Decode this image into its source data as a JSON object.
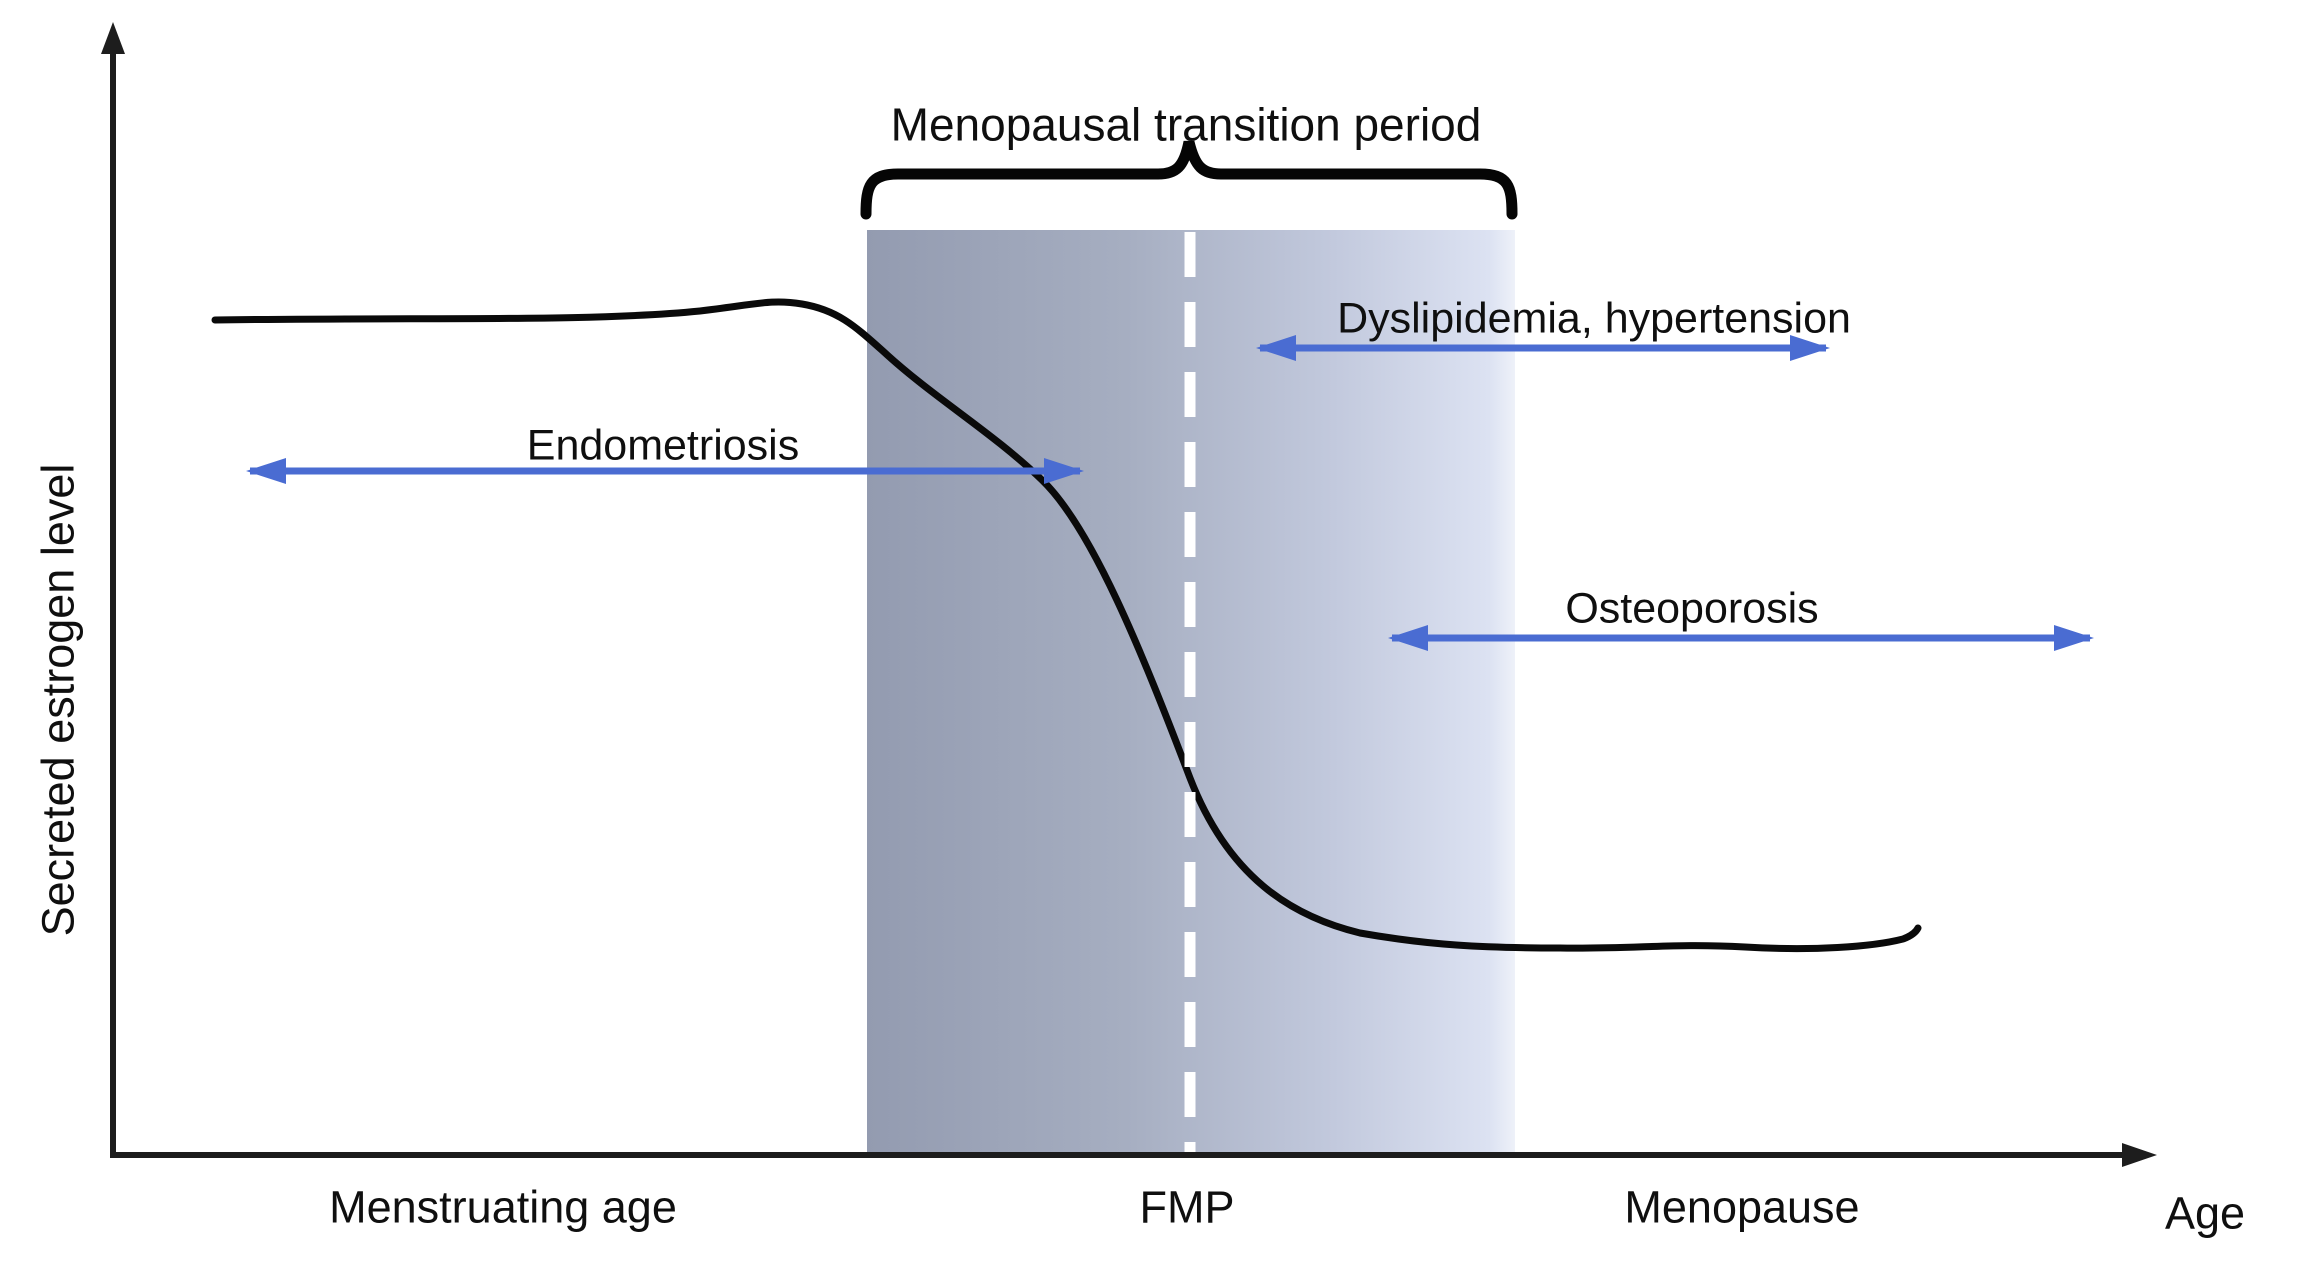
{
  "figure": {
    "title": "Menopausal transition period",
    "y_axis": {
      "label": "Secreted estrogen level"
    },
    "x_axis": {
      "label": "Age",
      "ticks": {
        "menstruating": "Menstruating age",
        "fmp": "FMP",
        "menopause": "Menopause"
      }
    },
    "annotations": {
      "endometriosis": "Endometriosis",
      "dyslipidemia": "Dyslipidemia, hypertension",
      "osteoporosis": "Osteoporosis"
    },
    "colors": {
      "arrow_blue": "#4a6cd2",
      "curve_black": "#0a0a0a",
      "axis_black": "#1d1d1d",
      "brace_black": "#050505",
      "band_gradient_stops": [
        "#939bb0",
        "#a6aec1",
        "#c2c9dd",
        "#dce2f2",
        "#eef1f9"
      ],
      "dashed_line": "#ffffff",
      "background": "#ffffff"
    }
  },
  "chart_data": {
    "type": "line",
    "title": "Menopausal transition period",
    "xlabel": "Age",
    "ylabel": "Secreted estrogen level",
    "x_axis_type": "qualitative",
    "y_axis_type": "qualitative",
    "grid": false,
    "legend": false,
    "x_tick_labels": [
      {
        "label": "Menstruating age",
        "x_rel": 0.19
      },
      {
        "label": "FMP",
        "x_rel": 0.525
      },
      {
        "label": "Menopause",
        "x_rel": 0.8
      }
    ],
    "series": [
      {
        "name": "Secreted estrogen level",
        "description": "High flat estrogen level during menstruating age, small pre-transition bump, steep decline across the menopausal transition period crossing FMP, then low flat level after menopause",
        "x_rel": [
          0.05,
          0.19,
          0.287,
          0.337,
          0.369,
          0.43,
          0.455,
          0.49,
          0.527,
          0.56,
          0.61,
          0.66,
          0.71,
          0.785,
          0.85,
          0.883
        ],
        "y_rel": [
          0.744,
          0.745,
          0.749,
          0.758,
          0.728,
          0.64,
          0.602,
          0.505,
          0.336,
          0.255,
          0.193,
          0.184,
          0.184,
          0.185,
          0.188,
          0.202
        ]
      }
    ],
    "regions": [
      {
        "label": "Menopausal transition period",
        "x_rel_start": 0.369,
        "x_rel_end": 0.686,
        "style": "vertical band, horizontal gradient from gray-blue to light blue, marked above by a curly brace"
      }
    ],
    "markers": [
      {
        "label": "FMP",
        "x_rel": 0.527,
        "style": "white dashed vertical line inside band"
      }
    ],
    "range_annotations": [
      {
        "label": "Endometriosis",
        "x_rel_start": 0.065,
        "x_rel_end": 0.475,
        "y_rel": 0.609,
        "style": "blue double-headed arrow"
      },
      {
        "label": "Dyslipidemia, hypertension",
        "x_rel_start": 0.559,
        "x_rel_end": 0.84,
        "y_rel": 0.719,
        "style": "blue double-headed arrow"
      },
      {
        "label": "Osteoporosis",
        "x_rel_start": 0.623,
        "x_rel_end": 0.969,
        "y_rel": 0.46,
        "style": "blue double-headed arrow"
      }
    ]
  }
}
